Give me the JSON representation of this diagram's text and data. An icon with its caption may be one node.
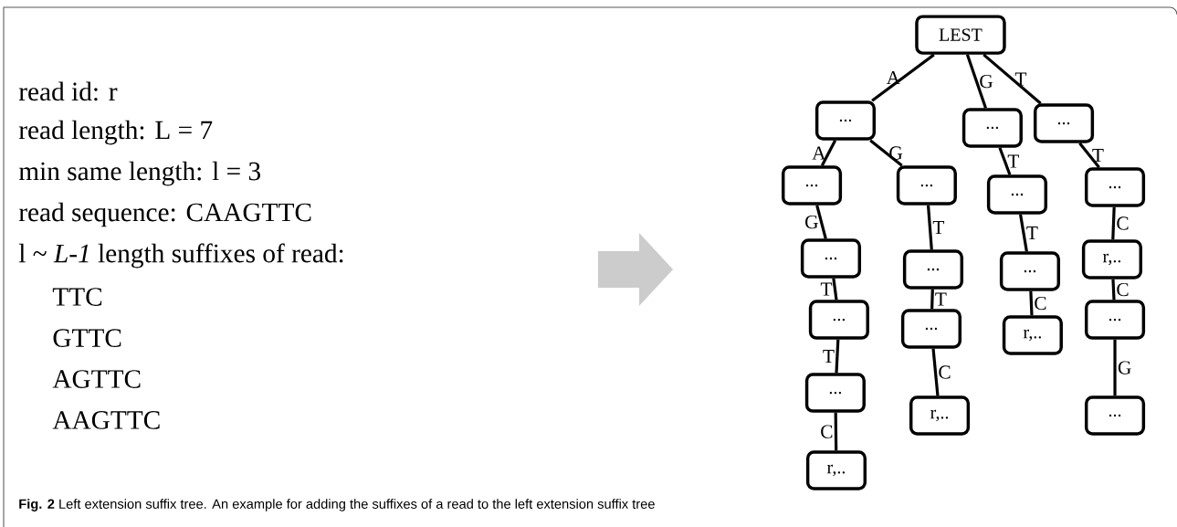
{
  "diagram": {
    "caption": "**Fig. 2** Left extension suffix tree. An example for adding the suffixes of a read to the left extension suffix tree",
    "nodes": [
      {
        "text": [
          "LEST"
        ]
      },
      {
        "text": [
          "..."
        ]
      },
      {
        "text": [
          "..."
        ]
      },
      {
        "text": [
          "..."
        ]
      },
      {
        "text": [
          "..."
        ]
      },
      {
        "text": [
          "..."
        ]
      },
      {
        "text": [
          "..."
        ]
      },
      {
        "text": [
          "..."
        ]
      },
      {
        "text": [
          "..."
        ]
      },
      {
        "text": [
          "..."
        ]
      },
      {
        "text": [
          "..."
        ]
      },
      {
        "text": [
          "r,.."
        ]
      },
      {
        "text": [
          "..."
        ]
      },
      {
        "text": [
          "..."
        ]
      },
      {
        "text": [
          "r,.."
        ]
      },
      {
        "text": [
          "..."
        ]
      },
      {
        "text": [
          "..."
        ]
      },
      {
        "text": [
          "r,.."
        ]
      },
      {
        "text": [
          "..."
        ]
      },
      {
        "text": [
          "r,.."
        ]
      }
    ],
    "edges": [
      {
        "from": 0,
        "to": 1,
        "arrow": "none",
        "label": "A"
      },
      {
        "from": 0,
        "to": 2,
        "arrow": "none",
        "label": "G"
      },
      {
        "from": 0,
        "to": 3,
        "arrow": "none",
        "label": "T"
      },
      {
        "from": 1,
        "to": 4,
        "arrow": "none",
        "label": "A"
      },
      {
        "from": 1,
        "to": 5,
        "arrow": "none",
        "label": "G"
      },
      {
        "from": 2,
        "to": 6,
        "arrow": "none",
        "label": "T"
      },
      {
        "from": 3,
        "to": 7,
        "arrow": "none",
        "label": "T"
      },
      {
        "from": 4,
        "to": 8,
        "arrow": "none",
        "label": "G"
      },
      {
        "from": 5,
        "to": 9,
        "arrow": "none",
        "label": "T"
      },
      {
        "from": 6,
        "to": 10,
        "arrow": "none",
        "label": "T"
      },
      {
        "from": 7,
        "to": 11,
        "arrow": "none",
        "label": "C"
      },
      {
        "from": 8,
        "to": 12,
        "arrow": "none",
        "label": "T"
      },
      {
        "from": 9,
        "to": 13,
        "arrow": "none",
        "label": "T"
      },
      {
        "from": 10,
        "to": 14,
        "arrow": "none",
        "label": "C"
      },
      {
        "from": 11,
        "to": 15,
        "arrow": "none",
        "label": "C"
      },
      {
        "from": 12,
        "to": 16,
        "arrow": "none",
        "label": "T"
      },
      {
        "from": 13,
        "to": 17,
        "arrow": "none",
        "label": "C"
      },
      {
        "from": 15,
        "to": 18,
        "arrow": "none",
        "label": "G"
      },
      {
        "from": 16,
        "to": 19,
        "arrow": "none",
        "label": "C"
      }
    ],
    "labels": [
      "read id:   r",
      "read length: L = 7",
      "min same length: l = 3",
      "read sequence:   CAAGTTC",
      "l ~ *L-1* length suffixes of read:",
      "TTC",
      "GTTC",
      "AGTTC",
      "AAGTTC"
    ]
  }
}
